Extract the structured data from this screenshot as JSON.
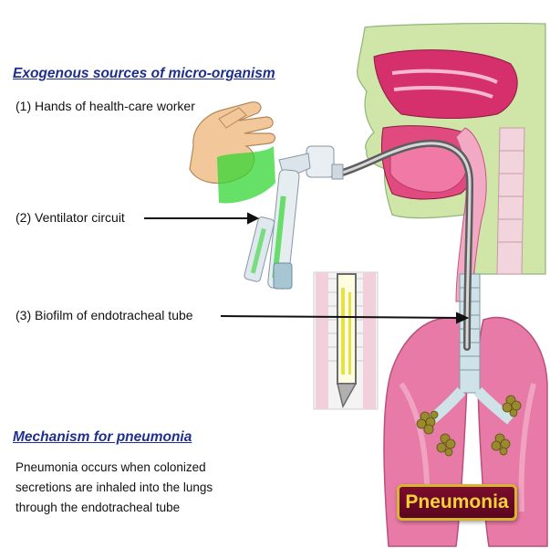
{
  "exogenous": {
    "heading": "Exogenous sources of micro-organism",
    "items": [
      "(1) Hands of health-care worker",
      "(2) Ventilator circuit",
      "(3) Biofilm of endotracheal tube"
    ]
  },
  "mechanism": {
    "heading": "Mechanism for pneumonia",
    "lines": [
      "Pneumonia occurs when colonized",
      "secretions are inhaled into the lungs",
      "through the endotracheal tube"
    ]
  },
  "badge_label": "Pneumonia",
  "colors": {
    "heading_blue": "#1f2f8f",
    "lung_pink": "#e77aa6",
    "airway_magenta": "#d5306b",
    "skin_green": "#cfe6a8",
    "badge_maroon": "#6e0a27",
    "badge_gold": "#f5d23a",
    "bacteria_olive": "#9a8a2e",
    "glove_green": "#33d633"
  }
}
